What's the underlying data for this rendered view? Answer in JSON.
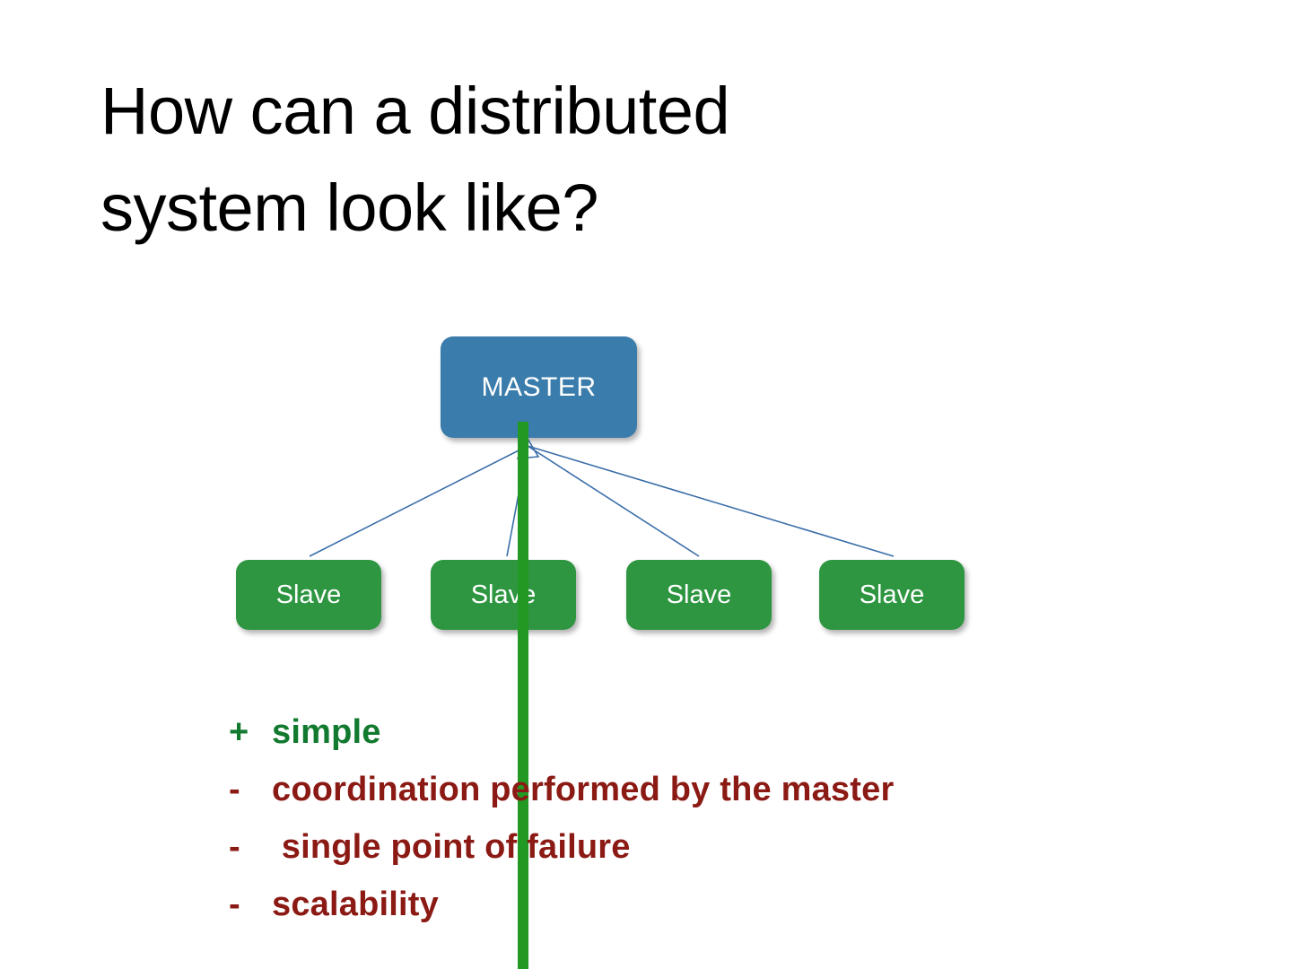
{
  "slide": {
    "title": "How can a distributed\nsystem look like?",
    "title_color": "#000000",
    "background": "#ffffff"
  },
  "diagram": {
    "type": "master-slave-tree",
    "master": {
      "label": "MASTER",
      "fill": "#3a7cab",
      "text_color": "#ffffff"
    },
    "slaves": [
      {
        "label": "Slave",
        "fill": "#2e9641",
        "text_color": "#ffffff"
      },
      {
        "label": "Slave",
        "fill": "#2e9641",
        "text_color": "#ffffff"
      },
      {
        "label": "Slave",
        "fill": "#2e9641",
        "text_color": "#ffffff"
      },
      {
        "label": "Slave",
        "fill": "#2e9641",
        "text_color": "#ffffff"
      }
    ],
    "connector_color": "#3a6ea8",
    "connector_count": 4,
    "overlay_bar_color": "#219922"
  },
  "bullets": [
    {
      "marker": "+",
      "text": "simple",
      "tone": "positive",
      "color": "#117a2e"
    },
    {
      "marker": "-",
      "text": "coordination performed by the master",
      "tone": "negative",
      "color": "#8b1a14"
    },
    {
      "marker": "-",
      "text": " single point of failure",
      "tone": "negative",
      "color": "#8b1a14"
    },
    {
      "marker": "-",
      "text": "scalability",
      "tone": "negative",
      "color": "#8b1a14"
    }
  ]
}
